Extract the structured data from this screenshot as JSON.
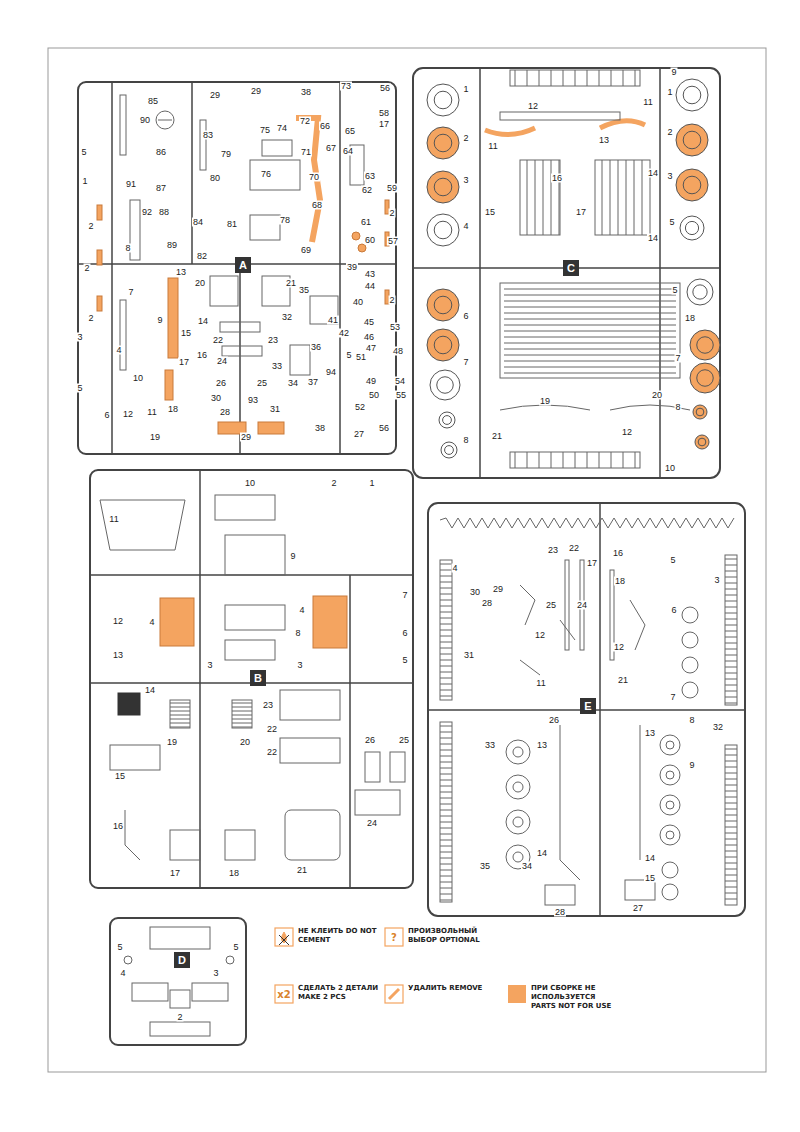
{
  "diagram": {
    "nodes": [
      {
        "text": [
          "A"
        ]
      },
      {
        "text": [
          "C"
        ]
      },
      {
        "text": [
          "B"
        ]
      },
      {
        "text": [
          "E"
        ]
      },
      {
        "text": [
          "D"
        ]
      }
    ],
    "labels": [
      "85",
      "29",
      "29",
      "38",
      "73",
      "56",
      "90",
      "83",
      "75",
      "74",
      "72",
      "66",
      "65",
      "58",
      "17",
      "5",
      "86",
      "79",
      "71",
      "67",
      "64",
      "91",
      "87",
      "80",
      "76",
      "70",
      "63",
      "62",
      "59",
      "1",
      "92",
      "88",
      "84",
      "81",
      "78",
      "68",
      "61",
      "2",
      "2",
      "8",
      "89",
      "82",
      "69",
      "60",
      "57",
      "2",
      "7",
      "13",
      "20",
      "21",
      "35",
      "39",
      "43",
      "44",
      "40",
      "2",
      "41",
      "42",
      "3",
      "9",
      "14",
      "15",
      "22",
      "23",
      "32",
      "45",
      "53",
      "2",
      "4",
      "16",
      "36",
      "5",
      "51",
      "46",
      "47",
      "48",
      "10",
      "17",
      "24",
      "33",
      "94",
      "37",
      "54",
      "5",
      "26",
      "25",
      "34",
      "49",
      "50",
      "55",
      "30",
      "93",
      "6",
      "12",
      "11",
      "18",
      "28",
      "31",
      "52",
      "19",
      "29",
      "38",
      "27",
      "56",
      "9",
      "1",
      "12",
      "11",
      "1",
      "2",
      "11",
      "13",
      "2",
      "3",
      "16",
      "14",
      "3",
      "15",
      "17",
      "4",
      "5",
      "14",
      "5",
      "6",
      "18",
      "7",
      "7",
      "19",
      "20",
      "8",
      "8",
      "21",
      "12",
      "10",
      "10",
      "2",
      "1",
      "11",
      "9",
      "7",
      "12",
      "4",
      "8",
      "4",
      "6",
      "3",
      "13",
      "3",
      "5",
      "14",
      "23",
      "19",
      "20",
      "22",
      "22",
      "26",
      "25",
      "15",
      "24",
      "16",
      "17",
      "18",
      "21",
      "23",
      "22",
      "17",
      "16",
      "5",
      "4",
      "30",
      "29",
      "28",
      "25",
      "24",
      "18",
      "6",
      "31",
      "12",
      "12",
      "11",
      "21",
      "7",
      "3",
      "33",
      "13",
      "26",
      "13",
      "8",
      "9",
      "32",
      "35",
      "34",
      "14",
      "14",
      "15",
      "28",
      "27",
      "5",
      "5",
      "4",
      "3",
      "2",
      "?",
      "x2"
    ],
    "legend": [
      {
        "text": "НЕ КЛЕИТЬ DO NOT CEMENT"
      },
      {
        "text": "ПРОИЗВОЛЬНЫЙ ВЫБОР OPTIONAL"
      },
      {
        "text": "СДЕЛАТЬ 2 ДЕТАЛИ MAKE 2 PCS"
      },
      {
        "text": "УДАЛИТЬ REMOVE"
      },
      {
        "text": "ПРИ СБОРКЕ НЕ ИСПОЛЬЗУЕТСЯ PARTS NOT FOR USE",
        "color": "#f4a460"
      }
    ]
  }
}
